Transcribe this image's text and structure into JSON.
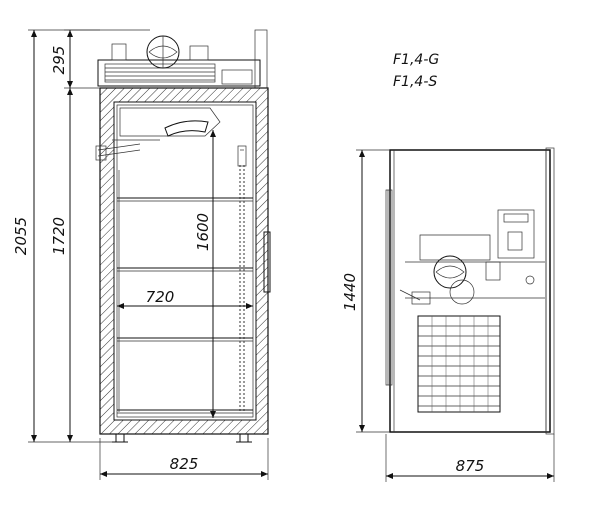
{
  "models": {
    "line1": "F1,4-G",
    "line2": "F1,4-S"
  },
  "front_view": {
    "overall_height": "2055",
    "top_unit_height": "295",
    "cabinet_height": "1720",
    "interior_height": "1600",
    "interior_width": "720",
    "overall_width": "825"
  },
  "side_view": {
    "height": "1440",
    "depth": "875"
  }
}
